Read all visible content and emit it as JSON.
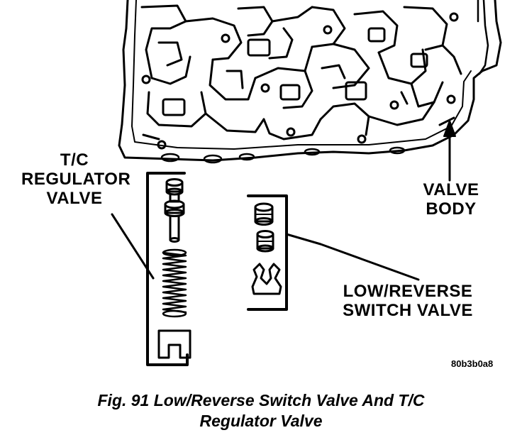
{
  "labels": {
    "tc_regulator_valve": [
      "T/C",
      "REGULATOR",
      "VALVE"
    ],
    "valve_body": [
      "VALVE",
      "BODY"
    ],
    "low_reverse_switch_valve": [
      "LOW/REVERSE",
      "SWITCH VALVE"
    ]
  },
  "figure_id": "80b3b0a8",
  "caption": {
    "line1": "Fig. 91 Low/Reverse Switch Valve And T/C",
    "line2": "Regulator Valve"
  },
  "colors": {
    "ink": "#000000",
    "paper": "#ffffff"
  }
}
